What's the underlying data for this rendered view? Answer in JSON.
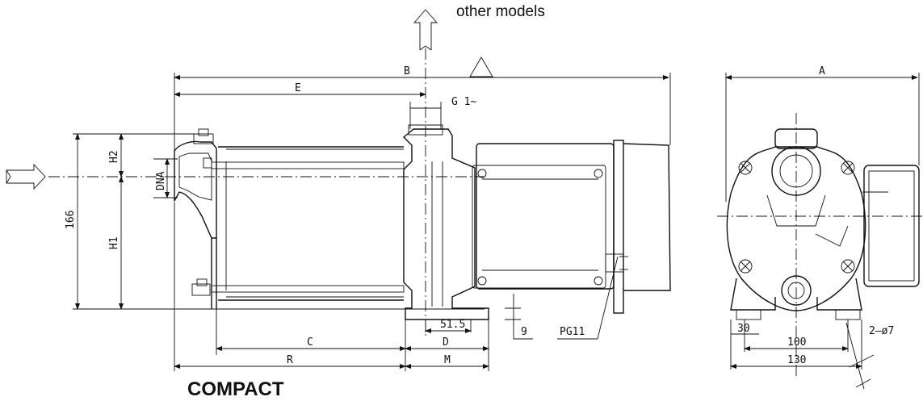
{
  "note": "other models",
  "caption": "COMPACT",
  "dimensions": {
    "A": "A",
    "B": "B",
    "E": "E",
    "G": "G 1∼",
    "H1": "H1",
    "H2": "H2",
    "DNA": "DNA",
    "height_166": "166",
    "C": "C",
    "D": "D",
    "R": "R",
    "M": "M",
    "d_51_5": "51.5",
    "d_9": "9",
    "PG11": "PG11",
    "d_30": "30",
    "d_100": "100",
    "d_130": "130",
    "holes": "2–ø7"
  }
}
